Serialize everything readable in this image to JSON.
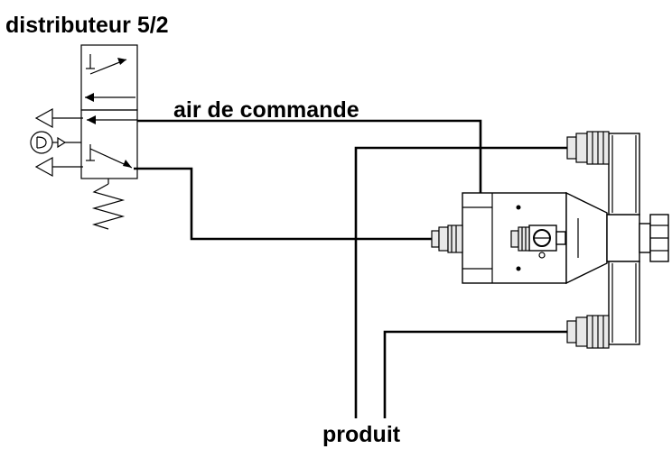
{
  "labels": {
    "valve_title": "distributeur 5/2",
    "control_air": "air de commande",
    "product": "produit"
  },
  "components": {
    "valve": {
      "icon": "valve-5-2-symbol"
    },
    "pilot": {
      "icon": "pilot-actuator-symbol"
    },
    "spring": {
      "icon": "spring-return-icon"
    },
    "exhaust": {
      "icon": "exhaust-triangle-icon"
    },
    "manifold": {
      "icon": "dispensing-valve-manifold"
    },
    "fittings": {
      "icon": "hose-fitting-icon"
    }
  },
  "colors": {
    "line": "#000000",
    "background": "#ffffff"
  }
}
